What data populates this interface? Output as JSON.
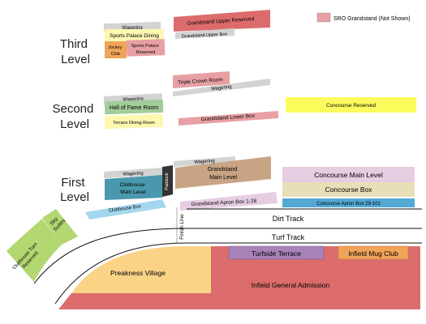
{
  "legend": {
    "label": "SRO Grandstand (Not Shown)",
    "color": "#e8a0a4"
  },
  "levels": {
    "third": [
      "Third",
      "Level"
    ],
    "second": [
      "Second",
      "Level"
    ],
    "first": [
      "First",
      "Level"
    ]
  },
  "sections": {
    "third_wagering": "Wagering",
    "sports_palace_dining": "Sports Palace Dining",
    "jockey_club": [
      "Jockey",
      "Club"
    ],
    "sports_palace_reserved": [
      "Sports Palace",
      "Reserved"
    ],
    "grandstand_upper_reserved": "Grandstand Upper Reserved",
    "grandstand_upper_box": "Grandstand Upper Box",
    "triple_crown_room": "Triple Crown Room",
    "second_wagering_right": "Wagering",
    "concourse_reserved": "Concourse Reserved",
    "second_wagering_left": "Wagering",
    "hall_of_fame_room": "Hall of Fame Room",
    "terrace_dining_room": "Terrace Dining Room",
    "grandstand_lower_box": "Grandstand Lower Box",
    "first_wagering_left": "Wagering",
    "clubhouse_main_level": [
      "Clubhouse",
      "Main Level"
    ],
    "paddock": "Paddock",
    "first_wagering_right": "Wagering",
    "grandstand_main_level": [
      "Grandstand",
      "Main Level"
    ],
    "concourse_main_level": "Concourse Main Level",
    "concourse_box": "Concourse Box",
    "concourse_apron_box": "Concourse Apron Box 29-102",
    "clubhouse_box": "Clubhouse Box",
    "grandstand_apron_box": "Grandstand Apron Box 1-28",
    "sky_suites": [
      "Sky",
      "Suites"
    ],
    "clubhouse_turn_reserved": [
      "Clubhouse Turn",
      "Reserved"
    ],
    "finish_line": "Finish Line",
    "dirt_track": "Dirt Track",
    "turf_track": "Turf Track",
    "preakness_village": "Preakness Village",
    "turfside_terrace": "Turfside Terrace",
    "infield_mug_club": "Infield Mug Club",
    "infield_general_admission": "Infield General Admission"
  },
  "colors": {
    "red": "#dc6c6c",
    "pink": "#e8a0a4",
    "gray": "#d3d3d3",
    "orange": "#f0a45a",
    "yellow_light": "#fdf7b0",
    "yellow": "#fbfb5e",
    "green": "#a2cd9a",
    "teal": "#4a98ad",
    "light_blue": "#a4d7ef",
    "tan": "#c8a484",
    "lavender": "#e5cde2",
    "tan_light": "#e8dfb8",
    "blue": "#53a8d4",
    "lime": "#b3d771",
    "purple": "#a882b8",
    "peach": "#fbd387",
    "dark": "#333333"
  }
}
